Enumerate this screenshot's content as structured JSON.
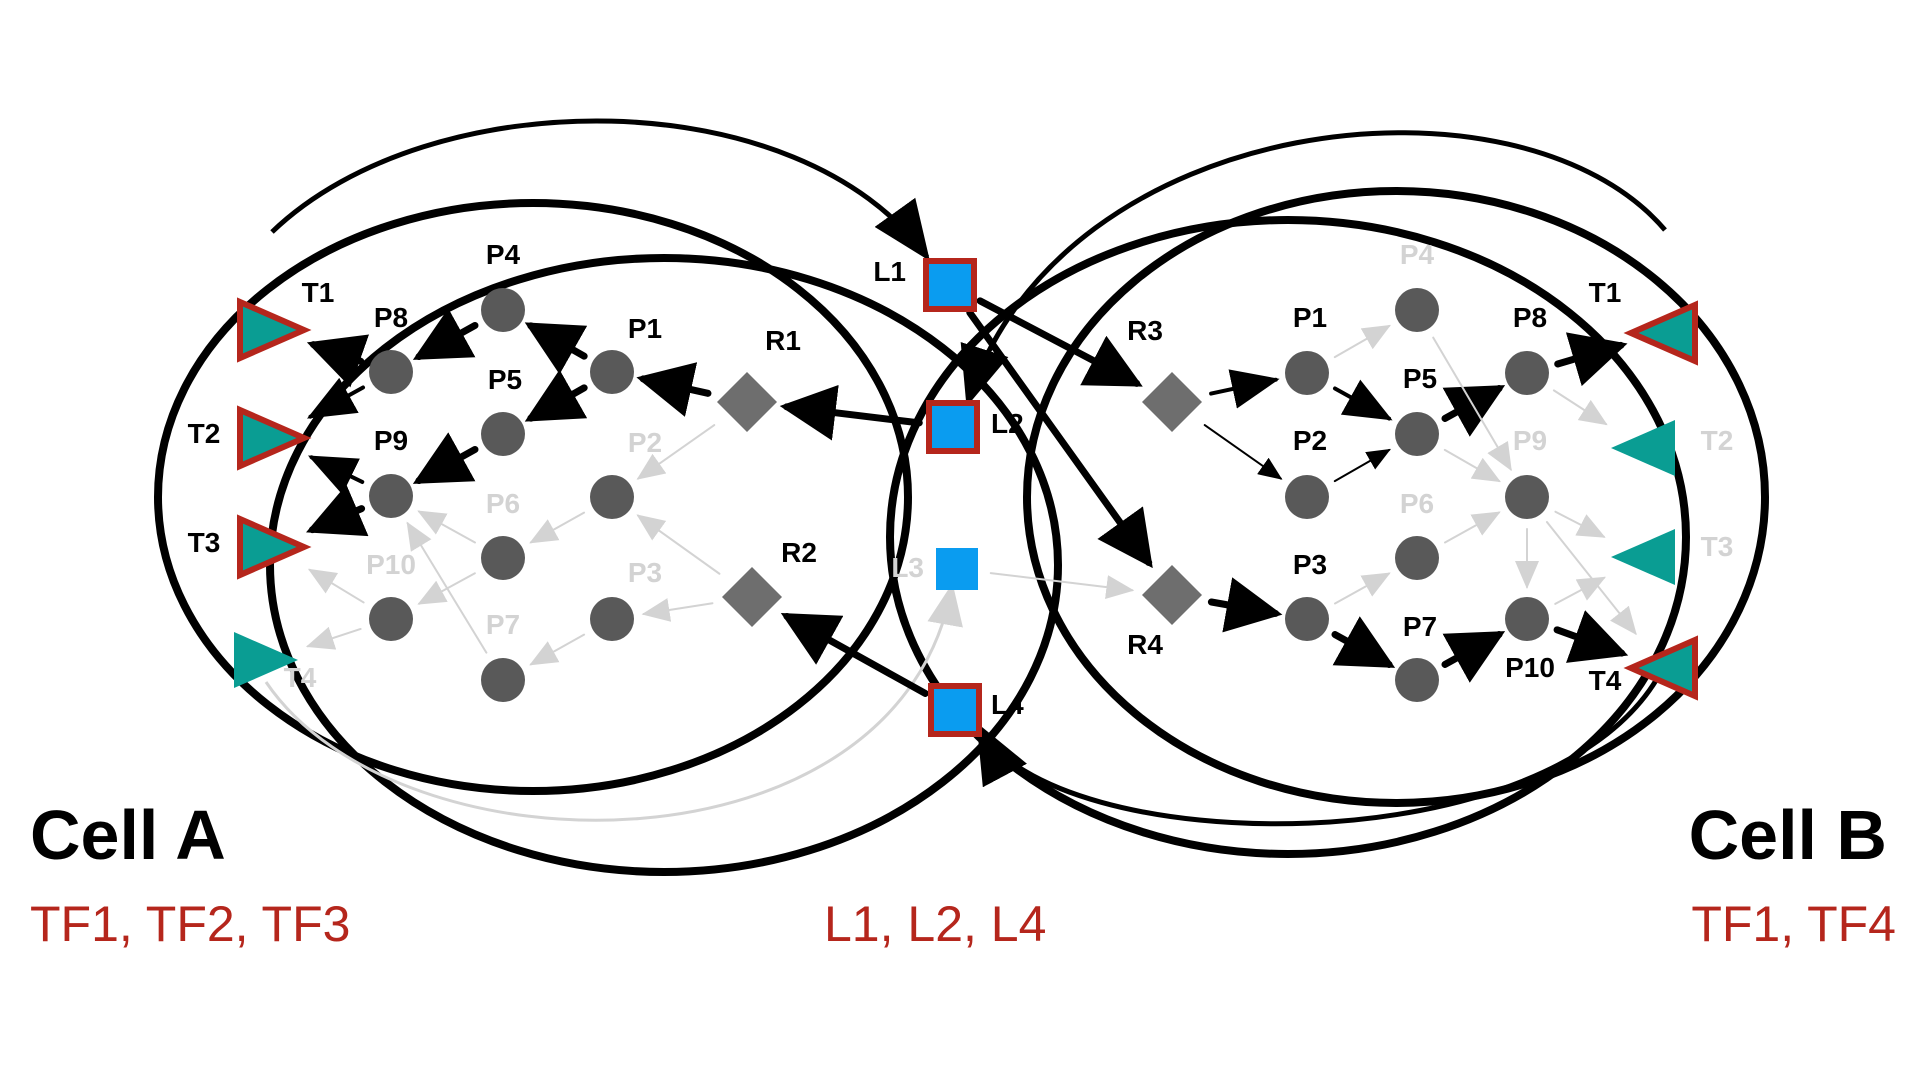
{
  "cells": [
    {
      "id": "A",
      "title": "Cell A",
      "tfs": "TF1, TF2, TF3"
    },
    {
      "id": "B",
      "title": "Cell B",
      "tfs": "TF1, TF4"
    }
  ],
  "ligand_summary": "L1, L2, L4",
  "colors": {
    "active_edge": "#000000",
    "inactive": "#d3d3d3",
    "protein": "#595959",
    "receptor": "#6e6e6e",
    "ligand": "#0a9cf0",
    "tf": "#0a9d93",
    "highlight": "#b5261c",
    "text": "#000000"
  },
  "nodes": {
    "A_P4": {
      "label": "P4",
      "type": "protein",
      "active": true
    },
    "A_P8": {
      "label": "P8",
      "type": "protein",
      "active": true
    },
    "A_P1": {
      "label": "P1",
      "type": "protein",
      "active": true
    },
    "A_P5": {
      "label": "P5",
      "type": "protein",
      "active": true
    },
    "A_P9": {
      "label": "P9",
      "type": "protein",
      "active": true
    },
    "A_P2": {
      "label": "P2",
      "type": "protein",
      "active": false
    },
    "A_P6": {
      "label": "P6",
      "type": "protein",
      "active": false
    },
    "A_P10": {
      "label": "P10",
      "type": "protein",
      "active": false
    },
    "A_P3": {
      "label": "P3",
      "type": "protein",
      "active": false
    },
    "A_P7": {
      "label": "P7",
      "type": "protein",
      "active": false
    },
    "A_R1": {
      "label": "R1",
      "type": "receptor",
      "active": true
    },
    "A_R2": {
      "label": "R2",
      "type": "receptor",
      "active": true
    },
    "A_T1": {
      "label": "T1",
      "type": "tf",
      "active": true,
      "direction": "right"
    },
    "A_T2": {
      "label": "T2",
      "type": "tf",
      "active": true,
      "direction": "right"
    },
    "A_T3": {
      "label": "T3",
      "type": "tf",
      "active": true,
      "direction": "right"
    },
    "A_T4": {
      "label": "T4",
      "type": "tf",
      "active": false,
      "direction": "right"
    },
    "L1": {
      "label": "L1",
      "type": "ligand",
      "active": true
    },
    "L2": {
      "label": "L2",
      "type": "ligand",
      "active": true
    },
    "L3": {
      "label": "L3",
      "type": "ligand",
      "active": false
    },
    "L4": {
      "label": "L4",
      "type": "ligand",
      "active": true
    },
    "B_R3": {
      "label": "R3",
      "type": "receptor",
      "active": true
    },
    "B_R4": {
      "label": "R4",
      "type": "receptor",
      "active": true
    },
    "B_P1": {
      "label": "P1",
      "type": "protein",
      "active": true
    },
    "B_P2": {
      "label": "P2",
      "type": "protein",
      "active": true
    },
    "B_P3": {
      "label": "P3",
      "type": "protein",
      "active": true
    },
    "B_P4": {
      "label": "P4",
      "type": "protein",
      "active": false
    },
    "B_P5": {
      "label": "P5",
      "type": "protein",
      "active": true
    },
    "B_P6": {
      "label": "P6",
      "type": "protein",
      "active": false
    },
    "B_P7": {
      "label": "P7",
      "type": "protein",
      "active": true
    },
    "B_P8": {
      "label": "P8",
      "type": "protein",
      "active": true
    },
    "B_P9": {
      "label": "P9",
      "type": "protein",
      "active": false
    },
    "B_P10": {
      "label": "P10",
      "type": "protein",
      "active": true
    },
    "B_T1": {
      "label": "T1",
      "type": "tf",
      "active": true,
      "direction": "left"
    },
    "B_T2": {
      "label": "T2",
      "type": "tf",
      "active": false,
      "direction": "left"
    },
    "B_T3": {
      "label": "T3",
      "type": "tf",
      "active": false,
      "direction": "left"
    },
    "B_T4": {
      "label": "T4",
      "type": "tf",
      "active": true,
      "direction": "left"
    }
  },
  "edges": [
    {
      "from": "A_R1",
      "to": "A_P1",
      "strength": "strong"
    },
    {
      "from": "A_P1",
      "to": "A_P4",
      "strength": "strong"
    },
    {
      "from": "A_P1",
      "to": "A_P5",
      "strength": "strong"
    },
    {
      "from": "A_P4",
      "to": "A_P8",
      "strength": "strong"
    },
    {
      "from": "A_P5",
      "to": "A_P9",
      "strength": "strong"
    },
    {
      "from": "A_P8",
      "to": "A_T1",
      "strength": "strong"
    },
    {
      "from": "A_P8",
      "to": "A_T2",
      "strength": "medium"
    },
    {
      "from": "A_P9",
      "to": "A_T2",
      "strength": "medium"
    },
    {
      "from": "A_P9",
      "to": "A_T3",
      "strength": "strong"
    },
    {
      "from": "A_R1",
      "to": "A_P2",
      "strength": "inactive"
    },
    {
      "from": "A_R2",
      "to": "A_P2",
      "strength": "inactive"
    },
    {
      "from": "A_R2",
      "to": "A_P3",
      "strength": "inactive"
    },
    {
      "from": "A_P2",
      "to": "A_P6",
      "strength": "inactive"
    },
    {
      "from": "A_P3",
      "to": "A_P7",
      "strength": "inactive"
    },
    {
      "from": "A_P6",
      "to": "A_P9",
      "strength": "inactive"
    },
    {
      "from": "A_P6",
      "to": "A_P10",
      "strength": "inactive"
    },
    {
      "from": "A_P7",
      "to": "A_P9",
      "strength": "inactive"
    },
    {
      "from": "A_P10",
      "to": "A_T3",
      "strength": "inactive"
    },
    {
      "from": "A_P10",
      "to": "A_T4",
      "strength": "inactive"
    },
    {
      "from": "L2",
      "to": "A_R1",
      "strength": "strong"
    },
    {
      "from": "L4",
      "to": "A_R2",
      "strength": "strong"
    },
    {
      "from": "L1",
      "to": "B_R3",
      "strength": "strong"
    },
    {
      "from": "L1",
      "to": "B_R4",
      "strength": "strong"
    },
    {
      "from": "L3",
      "to": "B_R4",
      "strength": "inactive"
    },
    {
      "from": "B_R3",
      "to": "B_P1",
      "strength": "medium"
    },
    {
      "from": "B_R3",
      "to": "B_P2",
      "strength": "thin"
    },
    {
      "from": "B_P1",
      "to": "B_P5",
      "strength": "medium"
    },
    {
      "from": "B_P2",
      "to": "B_P5",
      "strength": "thin"
    },
    {
      "from": "B_P5",
      "to": "B_P8",
      "strength": "strong"
    },
    {
      "from": "B_P8",
      "to": "B_T1",
      "strength": "strong"
    },
    {
      "from": "B_R4",
      "to": "B_P3",
      "strength": "strong"
    },
    {
      "from": "B_P3",
      "to": "B_P7",
      "strength": "strong"
    },
    {
      "from": "B_P7",
      "to": "B_P10",
      "strength": "strong"
    },
    {
      "from": "B_P10",
      "to": "B_T4",
      "strength": "strong"
    },
    {
      "from": "B_P1",
      "to": "B_P4",
      "strength": "inactive"
    },
    {
      "from": "B_P4",
      "to": "B_P9",
      "strength": "inactive"
    },
    {
      "from": "B_P5",
      "to": "B_P9",
      "strength": "inactive"
    },
    {
      "from": "B_P8",
      "to": "B_T2",
      "strength": "inactive"
    },
    {
      "from": "B_P3",
      "to": "B_P6",
      "strength": "inactive"
    },
    {
      "from": "B_P6",
      "to": "B_P9",
      "strength": "inactive"
    },
    {
      "from": "B_P9",
      "to": "B_P10",
      "strength": "inactive"
    },
    {
      "from": "B_P9",
      "to": "B_T3",
      "strength": "inactive"
    },
    {
      "from": "B_P9",
      "to": "B_T4",
      "strength": "inactive"
    },
    {
      "from": "B_P10",
      "to": "B_T3",
      "strength": "inactive"
    }
  ],
  "curves": [
    {
      "from": "A_T1",
      "to": "L1",
      "strength": "strong"
    },
    {
      "from": "B_T1",
      "to": "L2",
      "strength": "strong"
    },
    {
      "from": "B_T4",
      "to": "L4",
      "strength": "strong"
    },
    {
      "from": "A_T4",
      "to": "L3",
      "strength": "inactive"
    }
  ]
}
